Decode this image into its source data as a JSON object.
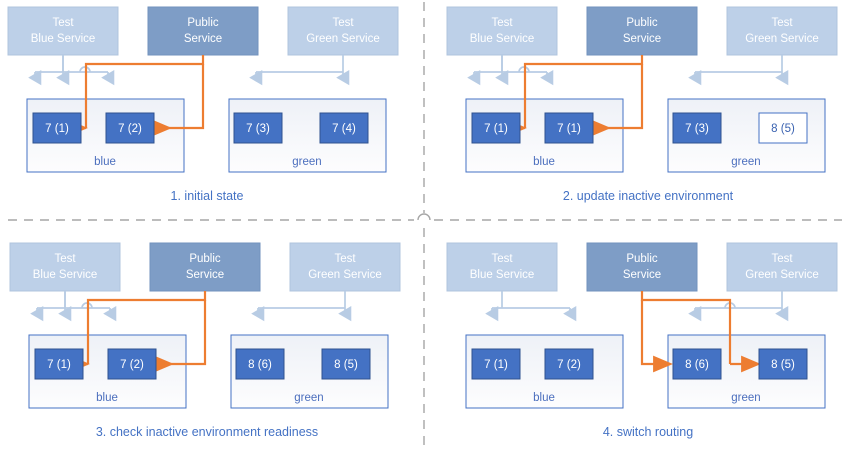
{
  "colors": {
    "service_test_fill": "#bdd0e8",
    "service_public_fill": "#7e9dc6",
    "pod_fill": "#4472c4",
    "pod_border": "#2f528f",
    "pod_empty_fill": "#ffffff",
    "env_fill": "#f6f8fb",
    "env_border": "#4472c4",
    "connector_blue": "#b8cce4",
    "connector_orange": "#ed7d31",
    "caption_text": "#4472c4",
    "divider": "#a6a6a6",
    "service_text": "#ffffff",
    "env_text": "#4c6fbe"
  },
  "services": {
    "test_blue": "Test\nBlue Service",
    "test_blue_line1": "Test",
    "test_blue_line2": "Blue Service",
    "public_line1": "Public",
    "public_line2": "Service",
    "test_green_line1": "Test",
    "test_green_line2": "Green Service"
  },
  "environments": {
    "blue": "blue",
    "green": "green"
  },
  "panels": [
    {
      "id": "panel-1",
      "caption": "1. initial state",
      "blue_pods": [
        "7 (1)",
        "7 (2)"
      ],
      "green_pods": [
        "7 (3)",
        "7 (4)"
      ],
      "blue_pods_empty": [
        false,
        false
      ],
      "green_pods_empty": [
        false,
        false
      ],
      "public_routes_to": "blue"
    },
    {
      "id": "panel-2",
      "caption": "2. update inactive environment",
      "blue_pods": [
        "7 (1)",
        "7 (1)"
      ],
      "green_pods": [
        "7 (3)",
        "8 (5)"
      ],
      "blue_pods_empty": [
        false,
        false
      ],
      "green_pods_empty": [
        false,
        true
      ],
      "public_routes_to": "blue"
    },
    {
      "id": "panel-3",
      "caption": "3. check inactive environment readiness",
      "blue_pods": [
        "7 (1)",
        "7 (2)"
      ],
      "green_pods": [
        "8 (6)",
        "8 (5)"
      ],
      "blue_pods_empty": [
        false,
        false
      ],
      "green_pods_empty": [
        false,
        false
      ],
      "public_routes_to": "blue"
    },
    {
      "id": "panel-4",
      "caption": "4. switch routing",
      "blue_pods": [
        "7 (1)",
        "7 (2)"
      ],
      "green_pods": [
        "8 (6)",
        "8 (5)"
      ],
      "blue_pods_empty": [
        false,
        false
      ],
      "green_pods_empty": [
        false,
        false
      ],
      "public_routes_to": "green"
    }
  ]
}
